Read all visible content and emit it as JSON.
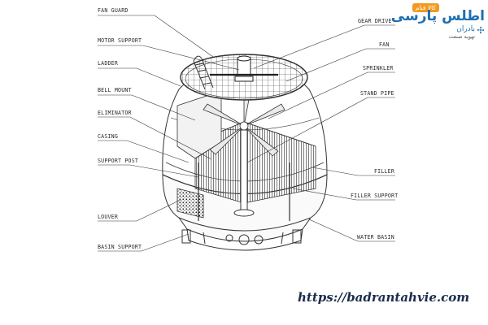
{
  "labels_left": [
    {
      "id": "fan-guard",
      "text": "FAN GUARD"
    },
    {
      "id": "motor-support",
      "text": "MOTOR SUPPORT"
    },
    {
      "id": "ladder",
      "text": "LADDER"
    },
    {
      "id": "bell-mount",
      "text": "BELL MOUNT"
    },
    {
      "id": "eliminator",
      "text": "ELIMINATOR"
    },
    {
      "id": "casing",
      "text": "CASING"
    },
    {
      "id": "support-post",
      "text": "SUPPORT POST"
    },
    {
      "id": "louver",
      "text": "LOUVER"
    },
    {
      "id": "basin-support",
      "text": "BASIN SUPPORT"
    }
  ],
  "labels_right": [
    {
      "id": "gear-drive",
      "text": "GEAR DRIVE"
    },
    {
      "id": "fan",
      "text": "FAN"
    },
    {
      "id": "sprinkler",
      "text": "SPRINKLER"
    },
    {
      "id": "stand-pipe",
      "text": "STAND PIPE"
    },
    {
      "id": "filler",
      "text": "FILLER"
    },
    {
      "id": "filler-support",
      "text": "FILLER SUPPORT"
    },
    {
      "id": "water-basin",
      "text": "WATER BASIN"
    }
  ],
  "logo": {
    "badge": "کالا فنام",
    "main": "اطلس پارسی",
    "brand": "بادران",
    "tagline": "تهویه صنعت",
    "brand_color": "#1f6fb2",
    "accent_color": "#f29a1f"
  },
  "website": "https://badrantahvie.com"
}
